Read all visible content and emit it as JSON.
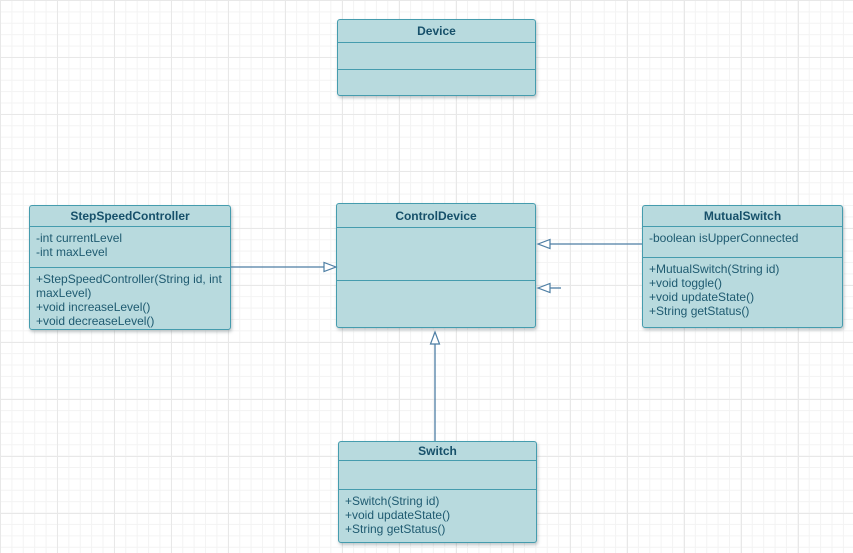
{
  "diagram": {
    "type": "uml-class-diagram",
    "classes": [
      {
        "name": "Device",
        "attributes": [],
        "methods": []
      },
      {
        "name": "StepSpeedController",
        "attributes": [
          "-int currentLevel",
          "-int maxLevel"
        ],
        "methods": [
          "+StepSpeedController(String id, int maxLevel)",
          "+void increaseLevel()",
          "+void decreaseLevel()"
        ]
      },
      {
        "name": "ControlDevice",
        "attributes": [],
        "methods": []
      },
      {
        "name": "MutualSwitch",
        "attributes": [
          "-boolean isUpperConnected"
        ],
        "methods": [
          "+MutualSwitch(String id)",
          "+void toggle()",
          "+void updateState()",
          "+String getStatus()"
        ]
      },
      {
        "name": "Switch",
        "attributes": [],
        "methods": [
          "+Switch(String id)",
          "+void updateState()",
          "+String getStatus()"
        ]
      }
    ],
    "relationships": [
      {
        "from": "StepSpeedController",
        "to": "ControlDevice",
        "kind": "open-triangle-arrow"
      },
      {
        "from": "MutualSwitch",
        "to": "ControlDevice",
        "kind": "open-triangle-arrow"
      },
      {
        "from": "",
        "to": "ControlDevice",
        "kind": "dangling-open-triangle-arrowhead"
      },
      {
        "from": "Switch",
        "to": "ControlDevice",
        "kind": "open-triangle-arrow"
      }
    ]
  },
  "colors": {
    "box_fill": "#b8dade",
    "box_border": "#459cae",
    "title_text": "#16506a",
    "body_text": "#1e5a70",
    "connector": "#4d7ea4",
    "grid_minor": "#f3f3f3",
    "grid_major": "#e8e8e8",
    "background": "#ffffff"
  }
}
